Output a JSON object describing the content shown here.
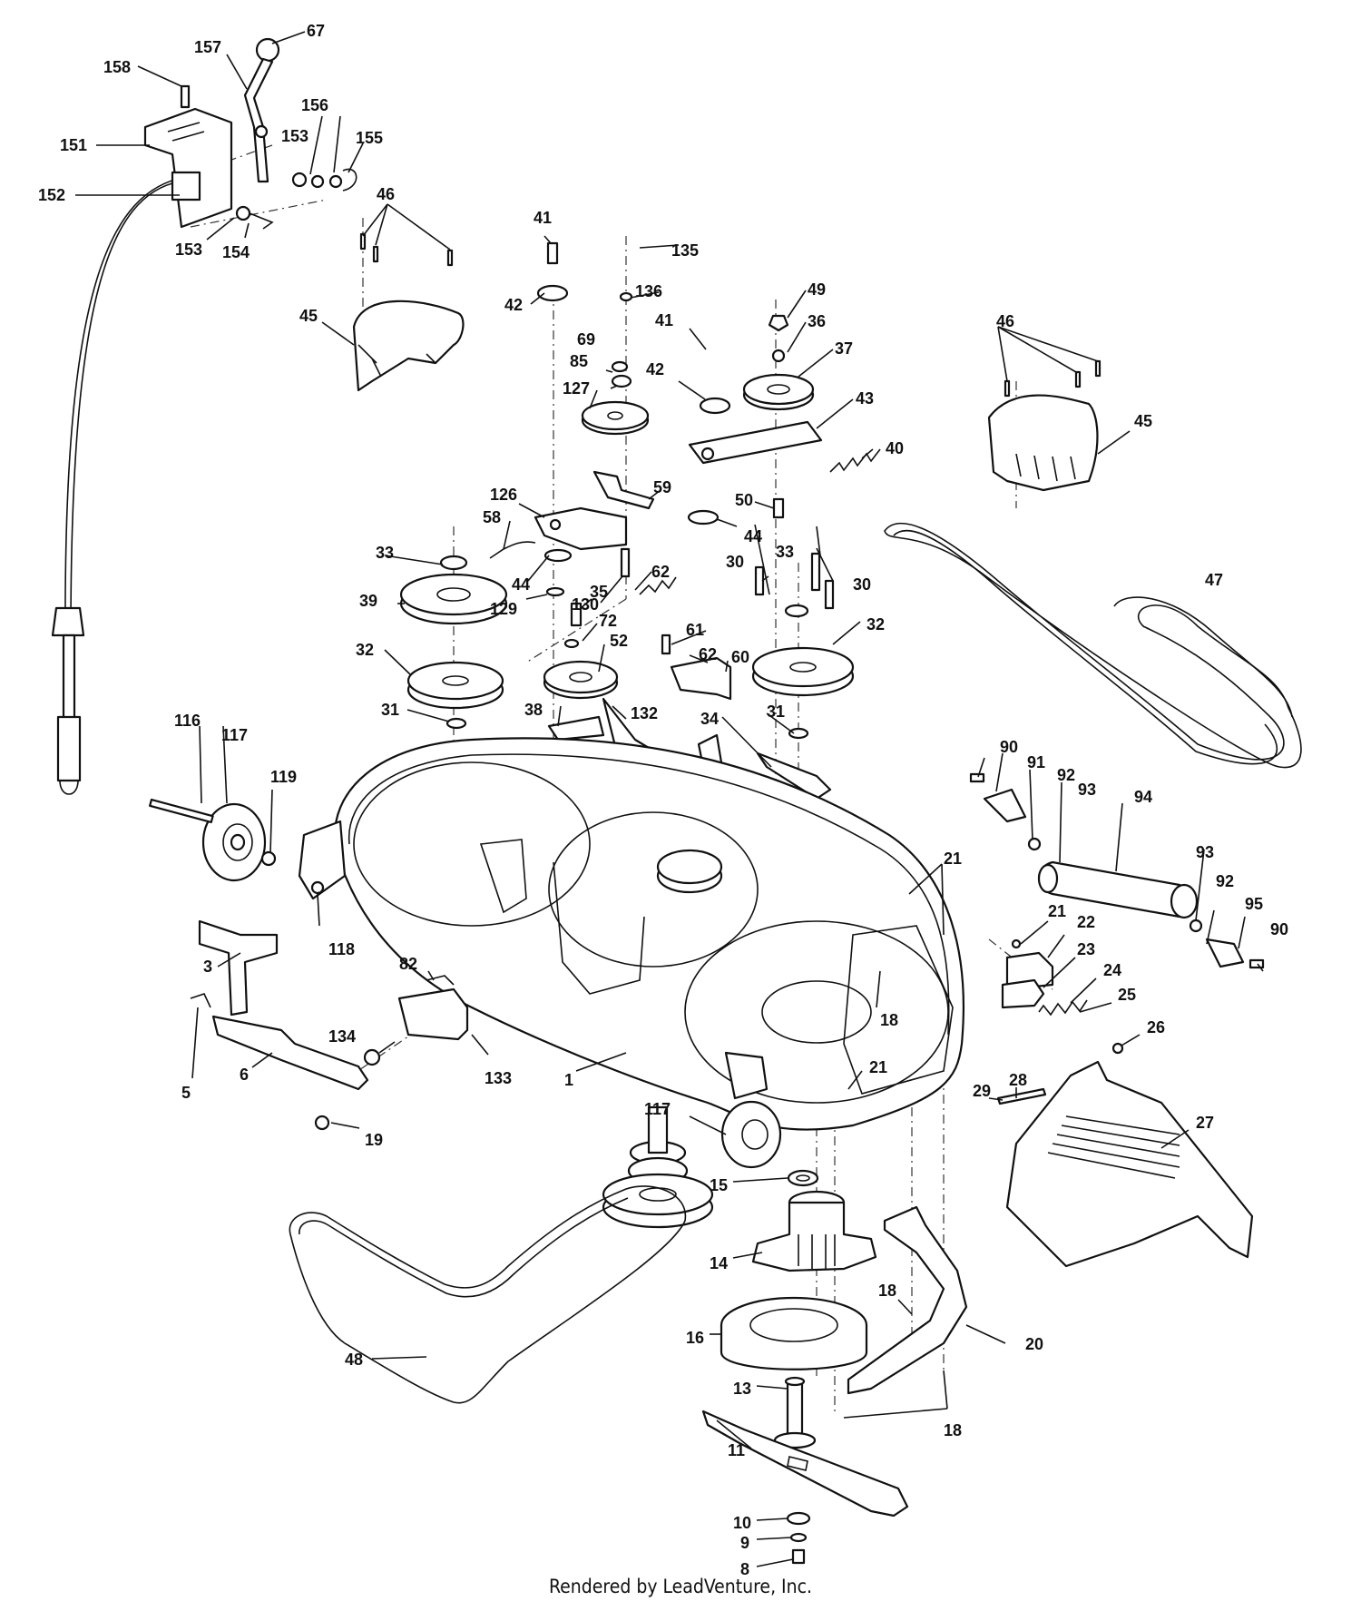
{
  "footer": {
    "text": "Rendered by LeadVenture, Inc."
  },
  "callouts": [
    "1",
    "3",
    "5",
    "6",
    "8",
    "9",
    "10",
    "11",
    "13",
    "14",
    "15",
    "16",
    "18",
    "19",
    "20",
    "21",
    "22",
    "23",
    "24",
    "25",
    "26",
    "27",
    "28",
    "29",
    "30",
    "31",
    "32",
    "33",
    "34",
    "35",
    "36",
    "37",
    "38",
    "39",
    "40",
    "41",
    "42",
    "43",
    "44",
    "45",
    "46",
    "47",
    "48",
    "49",
    "50",
    "52",
    "58",
    "59",
    "60",
    "61",
    "62",
    "67",
    "69",
    "72",
    "82",
    "85",
    "90",
    "91",
    "92",
    "93",
    "94",
    "95",
    "116",
    "117",
    "118",
    "119",
    "126",
    "127",
    "129",
    "130",
    "132",
    "133",
    "134",
    "135",
    "136",
    "151",
    "152",
    "153",
    "154",
    "155",
    "156",
    "157",
    "158"
  ]
}
